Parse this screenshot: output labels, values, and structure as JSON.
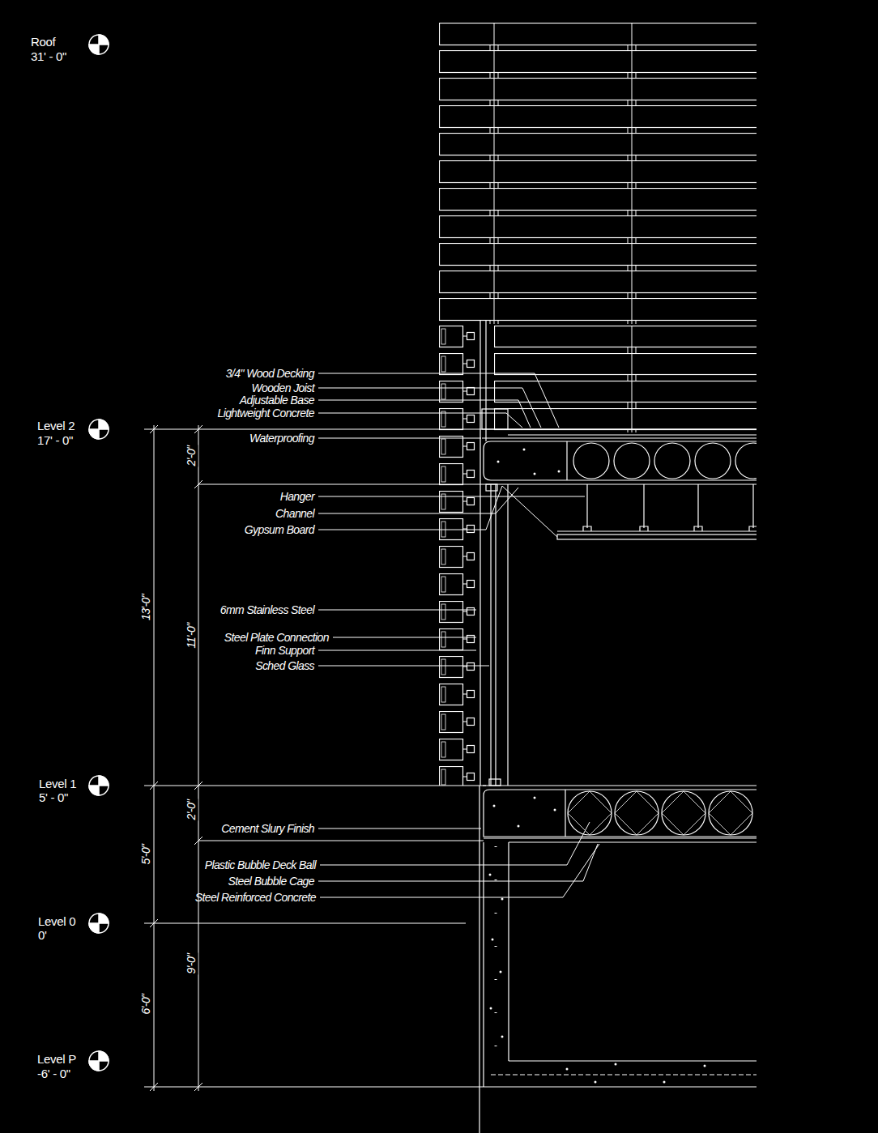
{
  "diagram": {
    "labels": [
      "Roof",
      "31' - 0\"",
      "3/4\" Wood Decking",
      "Wooden Joist",
      "Adjustable Base",
      "Lightweight Concrete",
      "Level 2",
      "17' - 0\"",
      "Waterproofing",
      "2'-0\"",
      "13'-0\"",
      "Hanger",
      "Channel",
      "Gypsum Board",
      "11'-0\"",
      "6mm Stainless Steel",
      "Steel Plate Connection",
      "Finn Support",
      "Sched Glass",
      "Level 1",
      "5' - 0\"",
      "2'-0\"",
      "Cement Slury Finish",
      "5'-0\"",
      "Plastic Bubble Deck Ball",
      "Steel Bubble Cage",
      "Steel Reinforced Concrete",
      "Level 0",
      "0'",
      "9'-0\"",
      "6'-0\"",
      "Level P",
      "-6' - 0\""
    ]
  }
}
